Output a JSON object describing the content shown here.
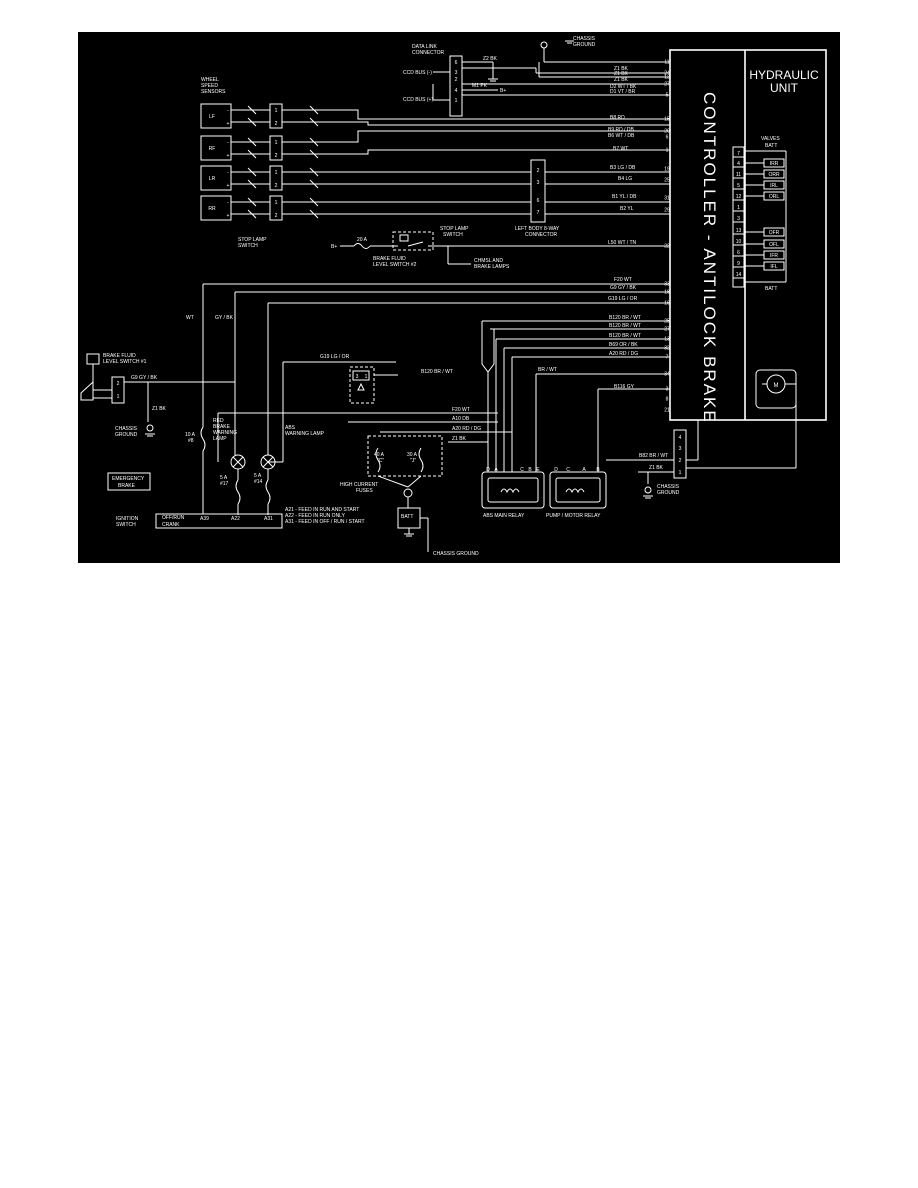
{
  "controller": {
    "title": "CONTROLLER - ANTILOCK BRAKE",
    "pins": [
      "11",
      "24",
      "12",
      "27",
      "5",
      "15",
      "20",
      "6",
      "1",
      "19",
      "25",
      "31",
      "29",
      "22",
      "33",
      "18",
      "16",
      "25",
      "27",
      "13",
      "32",
      "7",
      "34",
      "3",
      "8",
      "21"
    ]
  },
  "hydraulic_unit": {
    "title_line1": "HYDRAULIC",
    "title_line2": "UNIT",
    "valves_label": "VALVES",
    "batt_label_top": "BATT",
    "batt_label_bottom": "BATT",
    "valve_pins": [
      "7",
      "4",
      "11",
      "5",
      "12",
      "1",
      "3",
      "13",
      "10",
      "6",
      "9",
      "14"
    ],
    "valves": [
      "IRR",
      "ORR",
      "IRL",
      "ORL",
      "OFR",
      "OFL",
      "IFR",
      "IFL"
    ],
    "motor": "M"
  },
  "chassis_ground_top": {
    "line1": "CHASSIS",
    "line2": "GROUND"
  },
  "data_link": {
    "line1": "DATA LINK",
    "line2": "CONNECTOR",
    "pins": [
      "6",
      "3",
      "2",
      "4",
      "1"
    ],
    "ccd_neg": "CCD BUS (-)",
    "ccd_pos": "CCD BUS (+)"
  },
  "wires": {
    "z2bk": "Z2 BK",
    "m1pk": "M1 PK",
    "bplus": "B+",
    "z1bk_a": "Z1 BK",
    "z1bk_b": "Z1 BK",
    "z1bk_c": "Z1 BK",
    "d2": "D2 WT / BK",
    "d1": "D1 VT / BR",
    "b8": "B8 RD",
    "b9": "B9 RD / DB",
    "b6": "B6 WT / DB",
    "b7": "B7 WT",
    "b3": "B3 LG / DB",
    "b4": "B4 LG",
    "b1": "B1 YL / DB",
    "b2": "B2 YL",
    "l50": "L50 WT / TN",
    "f20a": "F20 WT",
    "g9gybk": "G9 GY / BK",
    "g19a": "G19 LG / OR",
    "b120a": "B120 BR / WT",
    "b120b": "B120 BR / WT",
    "b120c": "B120 BR / WT",
    "b69": "B69 OR / BK",
    "a20a": "A20 RD / DG",
    "brwt": "BR / WT",
    "b116": "B116 GY",
    "wt": "WT",
    "gybk": "GY / BK",
    "g19b": "G19 LG / OR",
    "b120d": "B120 BR / WT",
    "g9main": "G9 GY / BK",
    "f20b": "F20 WT",
    "a10": "A10 DB",
    "a20b": "A20 RD / DG",
    "z1bk_d": "Z1 BK",
    "b82": "B82 BR / WT",
    "z1bk_e": "Z1 BK",
    "z1bk_f": "Z1 BK"
  },
  "sensors": {
    "label_line1": "WHEEL",
    "label_line2": "SPEED",
    "label_line3": "SENSORS",
    "items": [
      "LF",
      "RF",
      "LR",
      "RR"
    ]
  },
  "stop_lamp": {
    "label_line1": "STOP LAMP",
    "label_line2": "SWITCH",
    "fuse": "20 A",
    "bplus": "B+",
    "switch_line1": "STOP LAMP",
    "switch_line2": "SWITCH",
    "fluid_line1": "BRAKE FLUID",
    "fluid_line2": "LEVEL SWITCH #2",
    "chmsl_line1": "CHMSL AND",
    "chmsl_line2": "BRAKE LAMPS"
  },
  "left_body": {
    "line1": "LEFT BODY 8-WAY",
    "line2": "CONNECTOR",
    "pins": [
      "2",
      "3",
      "6",
      "7"
    ]
  },
  "fluid_switch1": {
    "line1": "BRAKE FLUID",
    "line2": "LEVEL SWITCH #1"
  },
  "chassis_ground_left": {
    "line1": "CHASSIS",
    "line2": "GROUND"
  },
  "fuses": {
    "f8_line1": "10 A",
    "f8_line2": "#8",
    "f17_line1": "5 A",
    "f17_line2": "#17",
    "f14_line1": "5 A",
    "f14_line2": "#14",
    "f40_line1": "40 A",
    "f40_line2": "\"C\"",
    "f30_line1": "30 A",
    "f30_line2": "\"J\""
  },
  "lamps": {
    "red_line1": "RED",
    "red_line2": "BRAKE",
    "red_line3": "WARNING",
    "red_line4": "LAMP",
    "abs_line1": "ABS",
    "abs_line2": "WARNING  LAMP"
  },
  "emergency": {
    "line1": "EMERGENCY",
    "line2": "BRAKE"
  },
  "ignition": {
    "line1": "IGNITION",
    "line2": "SWITCH",
    "status1": "OFF/RUN",
    "status2": "CRANK",
    "t1": "A39",
    "t2": "A22",
    "t3": "A31",
    "notes": [
      "A21 - FEED IN RUN AND START",
      "A22 - FEED IN RUN ONLY",
      "A31 - FEED IN OFF / RUN / START"
    ]
  },
  "high_current": {
    "line1": "HIGH  CURRENT",
    "line2": "FUSES"
  },
  "batt": "BATT",
  "chassis_ground_bottom": "CHASSIS GROUND",
  "main_relay": {
    "label": "ABS MAIN RELAY",
    "pins": [
      "D",
      "A",
      "C",
      "B",
      "E"
    ]
  },
  "pump_relay": {
    "label": "PUMP / MOTOR RELAY",
    "pins": [
      "D",
      "C",
      "A",
      "B"
    ]
  },
  "chassis_ground_right": {
    "line1": "CHASSIS",
    "line2": "GROUND"
  },
  "right_connector": {
    "pins": [
      "4",
      "3",
      "2",
      "1"
    ]
  }
}
